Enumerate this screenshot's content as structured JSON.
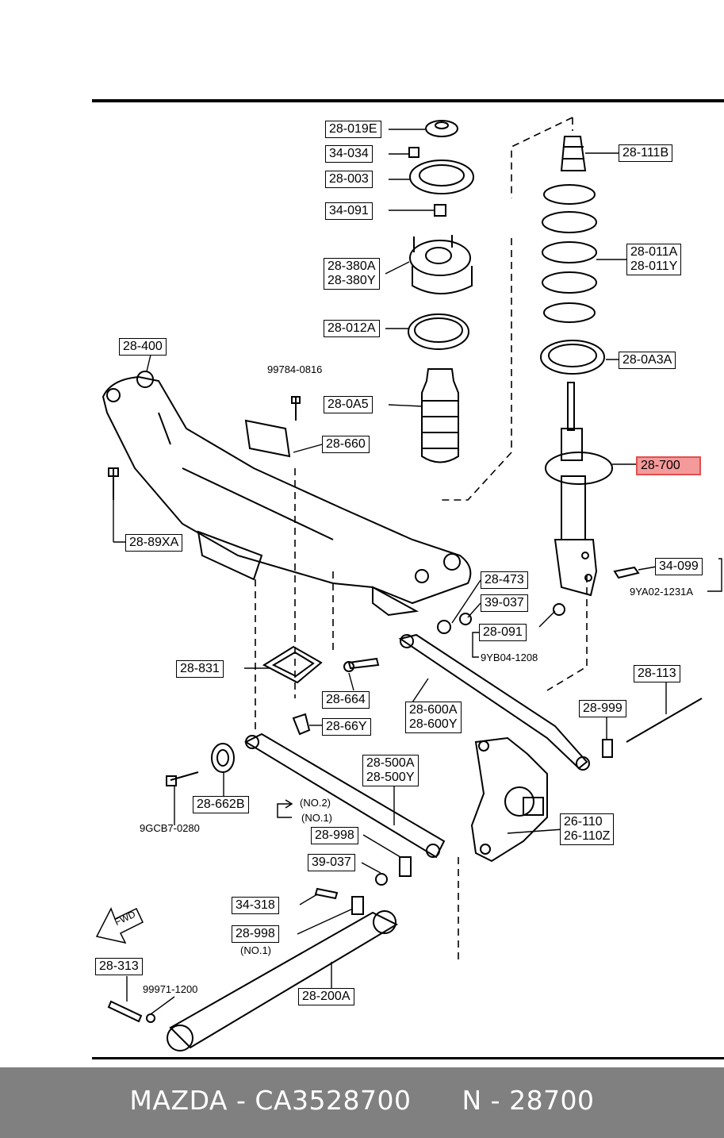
{
  "labels": [
    {
      "id": "28-019E",
      "text": "28-019E"
    },
    {
      "id": "34-034",
      "text": "34-034"
    },
    {
      "id": "28-003",
      "text": "28-003"
    },
    {
      "id": "34-091",
      "text": "34-091"
    },
    {
      "id": "28-380",
      "text": "28-380A\n28-380Y"
    },
    {
      "id": "28-012A",
      "text": "28-012A"
    },
    {
      "id": "28-400",
      "text": "28-400"
    },
    {
      "id": "28-0A5",
      "text": "28-0A5"
    },
    {
      "id": "28-660",
      "text": "28-660"
    },
    {
      "id": "28-89XA",
      "text": "28-89XA"
    },
    {
      "id": "28-111B",
      "text": "28-111B"
    },
    {
      "id": "28-011",
      "text": "28-011A\n28-011Y"
    },
    {
      "id": "28-0A3A",
      "text": "28-0A3A"
    },
    {
      "id": "28-700",
      "text": "28-700"
    },
    {
      "id": "34-099",
      "text": "34-099"
    },
    {
      "id": "28-473",
      "text": "28-473"
    },
    {
      "id": "39-037a",
      "text": "39-037"
    },
    {
      "id": "28-091",
      "text": "28-091"
    },
    {
      "id": "28-831",
      "text": "28-831"
    },
    {
      "id": "28-664",
      "text": "28-664"
    },
    {
      "id": "28-600",
      "text": "28-600A\n28-600Y"
    },
    {
      "id": "28-113",
      "text": "28-113"
    },
    {
      "id": "28-999",
      "text": "28-999"
    },
    {
      "id": "28-66Y",
      "text": "28-66Y"
    },
    {
      "id": "28-500",
      "text": "28-500A\n28-500Y"
    },
    {
      "id": "28-662B",
      "text": "28-662B"
    },
    {
      "id": "28-998a",
      "text": "28-998"
    },
    {
      "id": "26-110",
      "text": "26-110\n26-110Z"
    },
    {
      "id": "39-037b",
      "text": "39-037"
    },
    {
      "id": "34-318",
      "text": "34-318"
    },
    {
      "id": "28-998b",
      "text": "28-998"
    },
    {
      "id": "28-313",
      "text": "28-313"
    },
    {
      "id": "28-200A",
      "text": "28-200A"
    }
  ],
  "notes": {
    "n99784": "99784-0816",
    "n9YA02": "9YA02-1231A",
    "n9YB04": "9YB04-1208",
    "n9GCB7": "9GCB7-0280",
    "no2": "(NO.2)",
    "no1": "(NO.1)",
    "no1b": "(NO.1)",
    "n99971": "99971-1200",
    "fwd": "FWD"
  },
  "highlight_color": "#f59a9a",
  "footer": {
    "brand": "MAZDA",
    "part_number": "CA3528700",
    "oem_code": "N - 28700",
    "separator": "-"
  }
}
